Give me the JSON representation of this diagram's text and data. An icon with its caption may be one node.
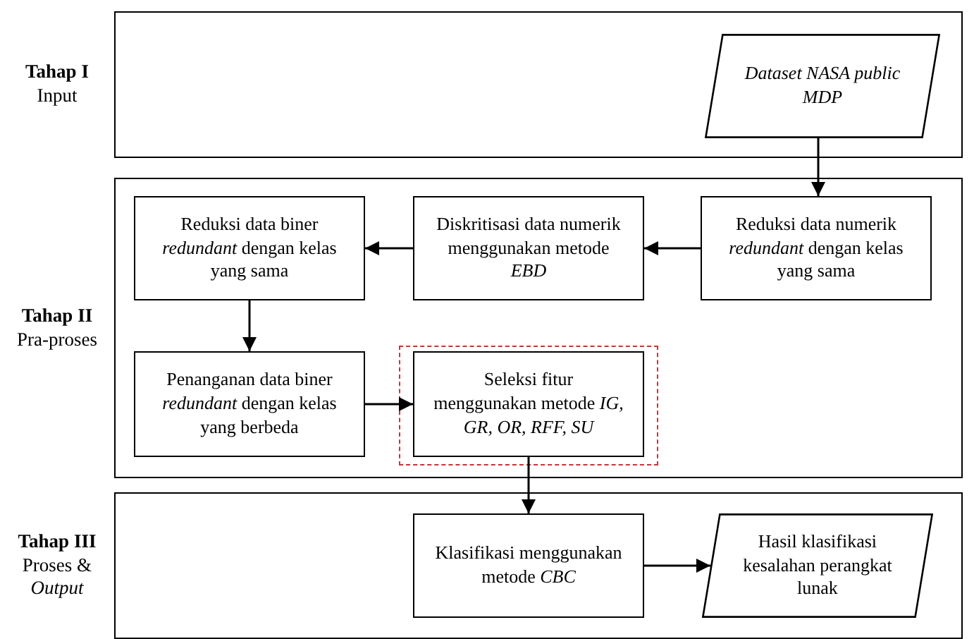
{
  "diagram": {
    "nodes": [
      {
        "text": [
          "Tahap I",
          "Input"
        ]
      },
      {
        "text": [
          "Dataset NASA public MDP"
        ],
        "in": 0
      },
      {
        "text": [
          "Tahap II",
          "Pra-proses"
        ]
      },
      {
        "text": [
          "Reduksi data numerik *redundant* dengan kelas yang sama"
        ],
        "in": 2
      },
      {
        "text": [
          "Diskritisasi data numerik menggunakan metode *EBD*"
        ],
        "in": 2
      },
      {
        "text": [
          "Reduksi data biner *redundant* dengan kelas yang sama"
        ],
        "in": 2
      },
      {
        "text": [
          "Penanganan data biner *redundant* dengan kelas yang berbeda"
        ],
        "in": 2
      },
      {
        "text": [
          "Seleksi fitur menggunakan metode *IG, GR, OR, RFF, SU*"
        ],
        "in": 2
      },
      {
        "text": [
          "Tahap III",
          "Proses & *Output*"
        ]
      },
      {
        "text": [
          "Klasifikasi menggunakan metode *CBC*"
        ],
        "in": 8
      },
      {
        "text": [
          "Hasil klasifikasi kesalahan perangkat lunak"
        ],
        "in": 8
      }
    ],
    "edges": [
      {
        "from": 1,
        "to": 3,
        "arrow": "to"
      },
      {
        "from": 3,
        "to": 4,
        "arrow": "to"
      },
      {
        "from": 4,
        "to": 5,
        "arrow": "to"
      },
      {
        "from": 5,
        "to": 6,
        "arrow": "to"
      },
      {
        "from": 6,
        "to": 7,
        "arrow": "to"
      },
      {
        "from": 7,
        "to": 9,
        "arrow": "to"
      },
      {
        "from": 9,
        "to": 10,
        "arrow": "to"
      }
    ]
  }
}
